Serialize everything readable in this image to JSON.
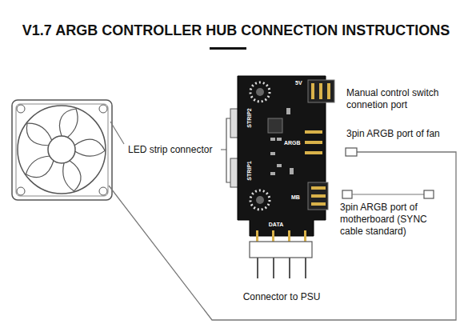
{
  "diagram": {
    "title": "V1.7 ARGB CONTROLLER HUB CONNECTION INSTRUCTIONS",
    "nodes": [
      {
        "text": [
          "STRIP2",
          "STRIP1",
          "5V",
          "ARGB",
          "MB",
          "DATA"
        ]
      }
    ],
    "labels": [
      "LED strip connector",
      "Manual control switch connetion port",
      "3pin ARGB port of fan",
      "3pin ARGB port of motherboard (SYNC cable standard)",
      "Connector to PSU"
    ]
  }
}
